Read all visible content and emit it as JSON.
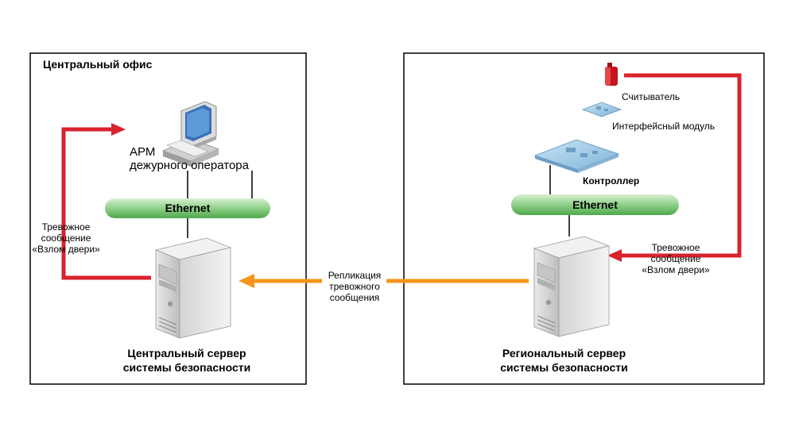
{
  "central_office": {
    "title": "Центральный офис",
    "workstation_label_line1": "АРМ",
    "workstation_label_line2": "дежурного оператора",
    "ethernet_label": "Ethernet",
    "alarm_line1": "Тревожное",
    "alarm_line2": "сообщение",
    "alarm_line3": "«Взлом двери»",
    "server_line1": "Центральный сервер",
    "server_line2": "системы безопасности"
  },
  "regional": {
    "reader_label": "Считыватель",
    "interface_label": "Интерфейсный модуль",
    "controller_label": "Контроллер",
    "ethernet_label": "Ethernet",
    "alarm_line1": "Тревожное",
    "alarm_line2": "сообщение",
    "alarm_line3": "«Взлом двери»",
    "server_line1": "Региональный сервер",
    "server_line2": "системы безопасности"
  },
  "replication": {
    "line1": "Репликация",
    "line2": "тревожного",
    "line3": "сообщения"
  },
  "colors": {
    "alarm_arrow": "#d9232e",
    "replication_arrow": "#f7941d",
    "ethernet_bus": "#7cc576"
  }
}
